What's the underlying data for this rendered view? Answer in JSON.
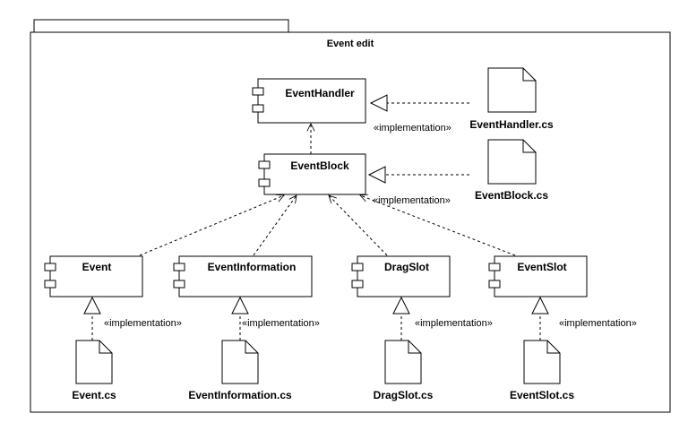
{
  "package": {
    "title": "Event edit"
  },
  "relation_label": "«implementation»",
  "components": {
    "event_handler": "EventHandler",
    "event_block": "EventBlock",
    "event": "Event",
    "event_information": "EventInformation",
    "drag_slot": "DragSlot",
    "event_slot": "EventSlot"
  },
  "files": {
    "event_handler_cs": "EventHandler.cs",
    "event_block_cs": "EventBlock.cs",
    "event_cs": "Event.cs",
    "event_information_cs": "EventInformation.cs",
    "drag_slot_cs": "DragSlot.cs",
    "event_slot_cs": "EventSlot.cs"
  }
}
